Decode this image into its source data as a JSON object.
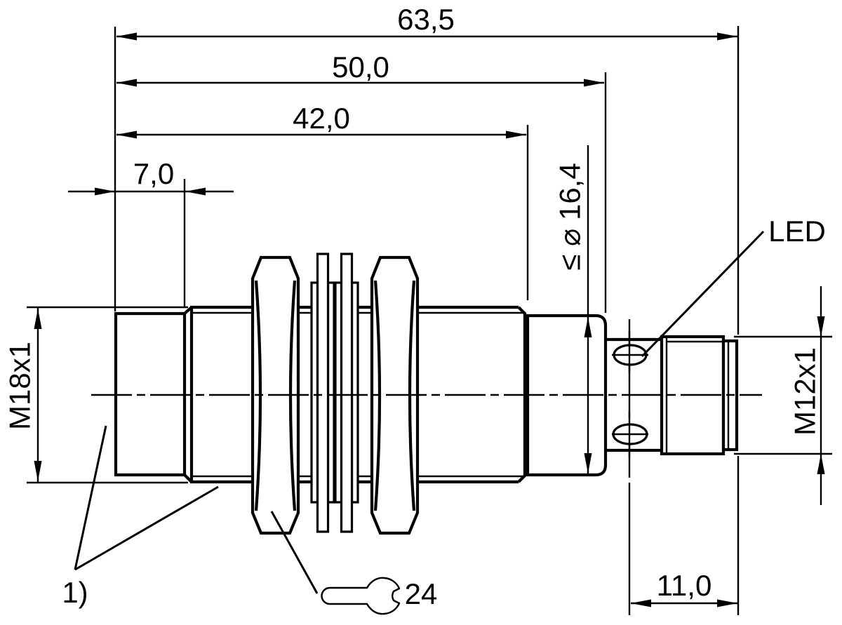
{
  "drawing": {
    "type": "technical-dimension-drawing",
    "subject": "cylindrical-threaded-sensor-with-m12-connector",
    "colors": {
      "line": "#000000",
      "background": "#ffffff"
    },
    "icons": {
      "wrench_icon": "open-end-wrench-symbol",
      "led_icon": "circled-cross-indicator"
    },
    "dimensions": {
      "overall_length": "63,5",
      "housing_length": "50,0",
      "thread_length": "42,0",
      "head_length": "7,0",
      "connector_length": "11,0",
      "body_thread": "M18x1",
      "connector_thread": "M12x1",
      "max_diameter": "≤ ⌀ 16,4",
      "wrench_size": "24"
    },
    "labels": {
      "led": "LED",
      "footnote": "1)"
    }
  }
}
